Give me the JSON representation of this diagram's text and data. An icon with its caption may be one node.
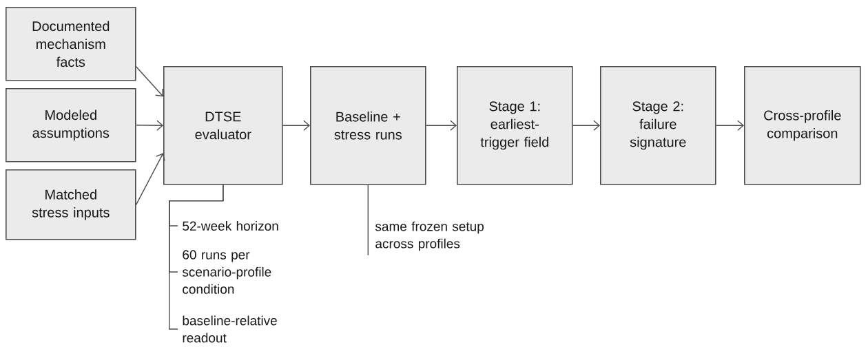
{
  "diagram": {
    "nodes": [
      {
        "text": [
          "Documented mechanism facts"
        ]
      },
      {
        "text": [
          "Modeled assumptions"
        ]
      },
      {
        "text": [
          "Matched stress inputs"
        ]
      },
      {
        "text": [
          "DTSE evaluator"
        ]
      },
      {
        "text": [
          "Baseline + stress runs"
        ]
      },
      {
        "text": [
          "Stage 1: earliest-trigger field"
        ]
      },
      {
        "text": [
          "Stage 2: failure signature"
        ]
      },
      {
        "text": [
          "Cross-profile comparison"
        ]
      },
      {
        "text": [
          "52-week horizon"
        ]
      },
      {
        "text": [
          "60 runs per scenario-profile condition"
        ]
      },
      {
        "text": [
          "baseline-relative readout"
        ]
      },
      {
        "text": [
          "same frozen setup across profiles"
        ]
      }
    ],
    "edges": [
      {
        "from": 0,
        "to": 3,
        "arrow": "to"
      },
      {
        "from": 1,
        "to": 3,
        "arrow": "to"
      },
      {
        "from": 2,
        "to": 3,
        "arrow": "to"
      },
      {
        "from": 3,
        "to": 4,
        "arrow": "to"
      },
      {
        "from": 4,
        "to": 5,
        "arrow": "to"
      },
      {
        "from": 5,
        "to": 6,
        "arrow": "to"
      },
      {
        "from": 6,
        "to": 7,
        "arrow": "to"
      },
      {
        "from": 3,
        "to": 8,
        "arrow": "none"
      },
      {
        "from": 3,
        "to": 9,
        "arrow": "none"
      },
      {
        "from": 3,
        "to": 10,
        "arrow": "none"
      },
      {
        "from": 4,
        "to": 11,
        "arrow": "none"
      }
    ]
  }
}
